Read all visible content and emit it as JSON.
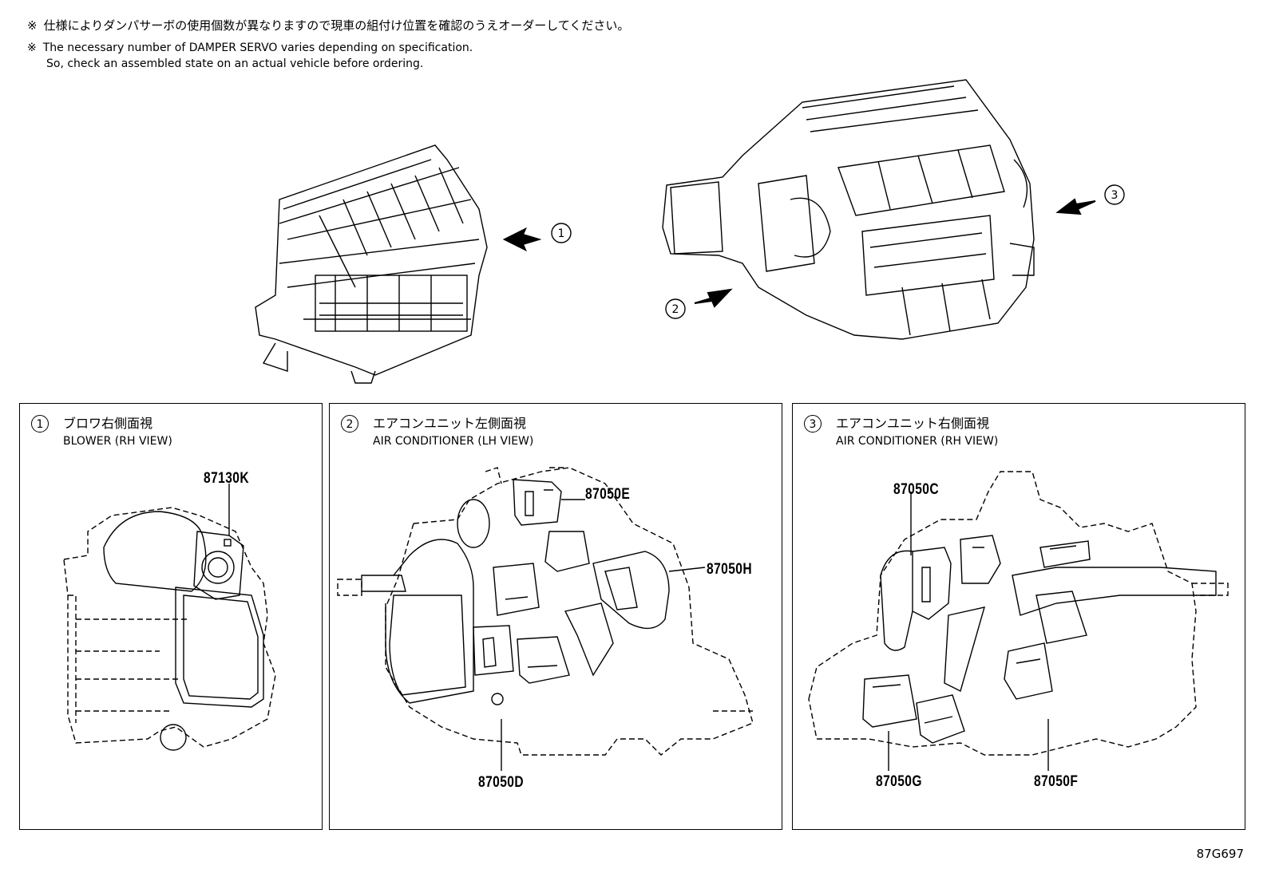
{
  "notes": {
    "mark": "※",
    "jp": "仕様によりダンパサーボの使用個数が異なりますので現車の組付け位置を確認のうえオーダーしてください。",
    "en_line1": "The necessary number of DAMPER SERVO varies depending on specification.",
    "en_line2": "So, check an assembled state on an actual vehicle before ordering."
  },
  "overview": {
    "callouts": [
      "1",
      "2",
      "3"
    ]
  },
  "panels": [
    {
      "number": "1",
      "title_jp": "ブロワ右側面視",
      "title_en": "BLOWER (RH VIEW)",
      "parts": [
        "87130K"
      ]
    },
    {
      "number": "2",
      "title_jp": "エアコンユニット左側面視",
      "title_en": "AIR CONDITIONER (LH VIEW)",
      "parts": [
        "87050E",
        "87050H",
        "87050D"
      ]
    },
    {
      "number": "3",
      "title_jp": "エアコンユニット右側面視",
      "title_en": "AIR CONDITIONER (RH VIEW)",
      "parts": [
        "87050C",
        "87050G",
        "87050F"
      ]
    }
  ],
  "doc_code": "87G697",
  "colors": {
    "line": "#000000",
    "background": "#ffffff"
  }
}
